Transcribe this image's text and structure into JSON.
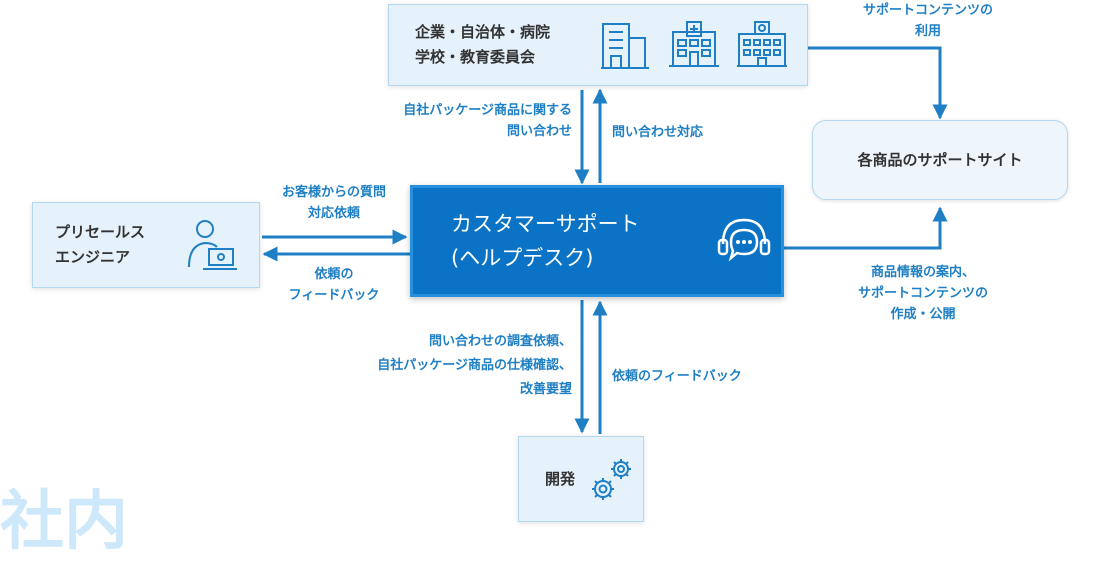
{
  "nodes": {
    "customers": {
      "lines": [
        "企業・自治体・病院",
        "学校・教育委員会"
      ]
    },
    "presales": {
      "lines": [
        "プリセールス",
        "エンジニア"
      ]
    },
    "helpdesk": {
      "lines": [
        "カスタマーサポート",
        "(ヘルプデスク)"
      ]
    },
    "support_site": {
      "label": "各商品のサポートサイト"
    },
    "dev": {
      "label": "開発"
    }
  },
  "edges": {
    "customer_inquiry": [
      "自社パッケージ商品に関する",
      "問い合わせ"
    ],
    "inquiry_response": [
      "問い合わせ対応"
    ],
    "presales_request": [
      "お客様からの質問",
      "対応依頼"
    ],
    "presales_feedback": [
      "依頼の",
      "フィードバック"
    ],
    "dev_request": [
      "問い合わせの調査依頼、",
      "自社パッケージ商品の仕様確認、",
      "改善要望"
    ],
    "dev_feedback": [
      "依頼のフィードバック"
    ],
    "support_content_use": [
      "サポートコンテンツの",
      "利用"
    ],
    "product_info": [
      "商品情報の案内、",
      "サポートコンテンツの",
      "作成・公開"
    ]
  },
  "watermark": "社内",
  "colors": {
    "accent": "#1f7fc4",
    "helpdesk_bg": "#0b73c6",
    "light_bg": "#e6f2fb",
    "watermark": "#cde8fa"
  },
  "icons": [
    "office-building-icon",
    "hospital-icon",
    "school-icon",
    "engineer-laptop-icon",
    "headset-chat-icon",
    "gears-icon"
  ]
}
